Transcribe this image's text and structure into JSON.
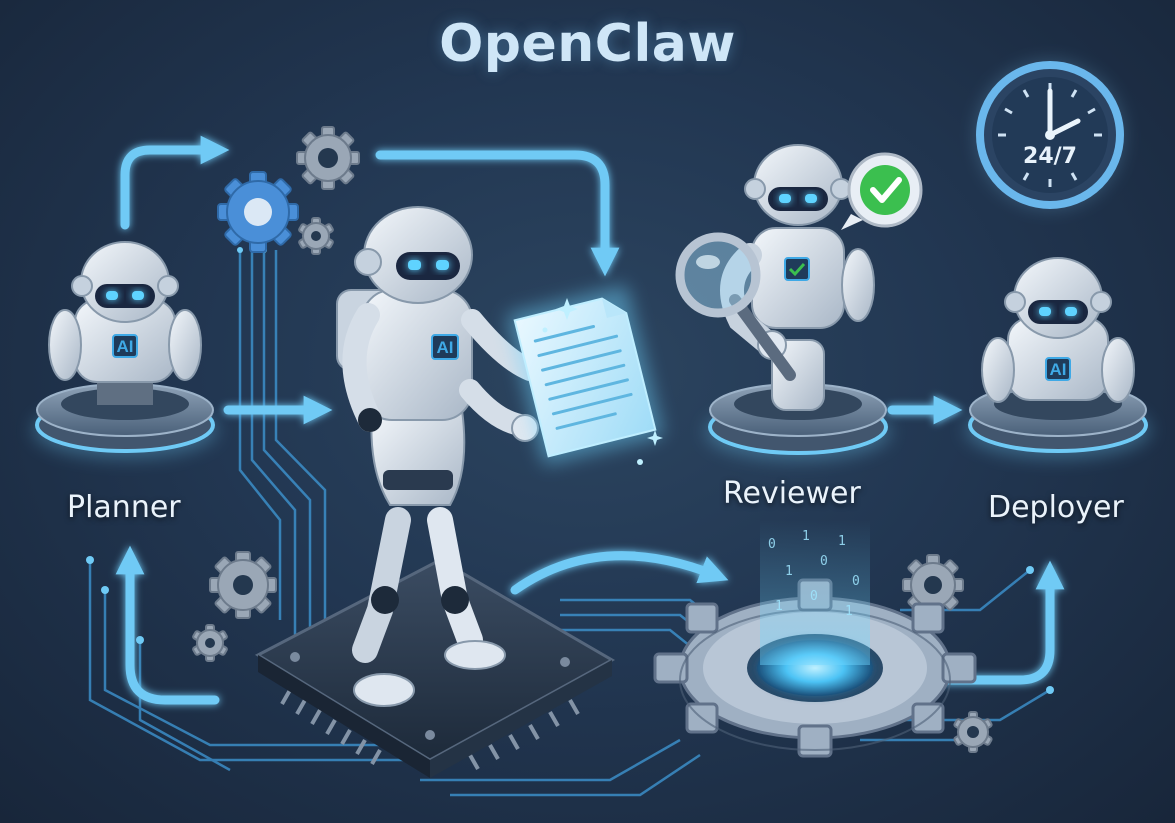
{
  "title": "OpenClaw",
  "clock": {
    "label": "24/7"
  },
  "robot_badge": "AI",
  "agents": {
    "planner": {
      "label": "Planner"
    },
    "reviewer": {
      "label": "Reviewer"
    },
    "deployer": {
      "label": "Deployer"
    }
  },
  "colors": {
    "background": "#1c2b40",
    "flow_arrow": "#6fcaf5",
    "circuit_line": "#3f9ad8",
    "robot_body": "#dfe7f0",
    "robot_visor": "#1a2740",
    "eye_glow": "#5fd3ff",
    "check_green": "#3bbf4f",
    "gear": "#b7c4d3"
  }
}
